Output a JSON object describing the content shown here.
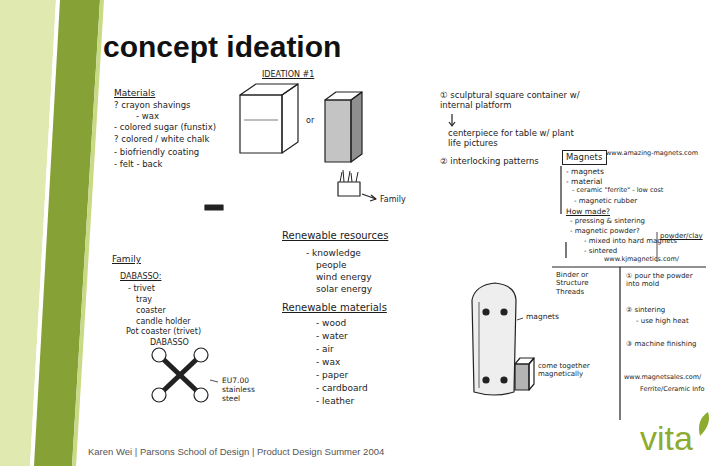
{
  "diagram": {
    "title": "concept ideation",
    "nodes": [
      {
        "text": [
          "Magnets"
        ]
      }
    ],
    "labels": [
      "Materials",
      "? crayon shavings",
      "- wax",
      "- colored sugar (funstix)",
      "? colored / white chalk",
      "- biofriendly coating",
      "- felt - back",
      "IDEATION #1",
      "or",
      "Family",
      "① sculptural square container w/ internal platform",
      "centerpiece for table w/ plant life pictures",
      "② interlocking patterns",
      "www.amazing-magnets.com",
      "- magnets",
      "- material",
      "- ceramic \"ferrite\" - low cost",
      "- magnetic rubber",
      "How made?",
      "- pressing & sintering",
      "- magnetic powder?",
      "- mixed into hard magnets",
      "- sintered",
      "www.kjmagnetics.com/",
      "powder/clay",
      "Binder or Structure Threads",
      "① pour the powder into mold",
      "② sintering",
      "- use high heat",
      "③ machine finishing",
      "www.magnetsales.com/",
      "Ferrite/Ceramic Info",
      "Renewable resources",
      "- knowledge",
      "people",
      "wind energy",
      "solar energy",
      "Renewable materials",
      "- wood",
      "- water",
      "- air",
      "- wax",
      "- paper",
      "- cardboard",
      "- leather",
      "Family",
      "DABASSO:",
      "- trivet",
      "tray",
      "coaster",
      "candle holder",
      "Pot coaster (trivet)",
      "DABASSO",
      "EU7.00 stainless steel",
      "magnets",
      "come together magnetically",
      "Karen Wei | Parsons School of Design | Product Design Summer 2004",
      "vita"
    ]
  }
}
